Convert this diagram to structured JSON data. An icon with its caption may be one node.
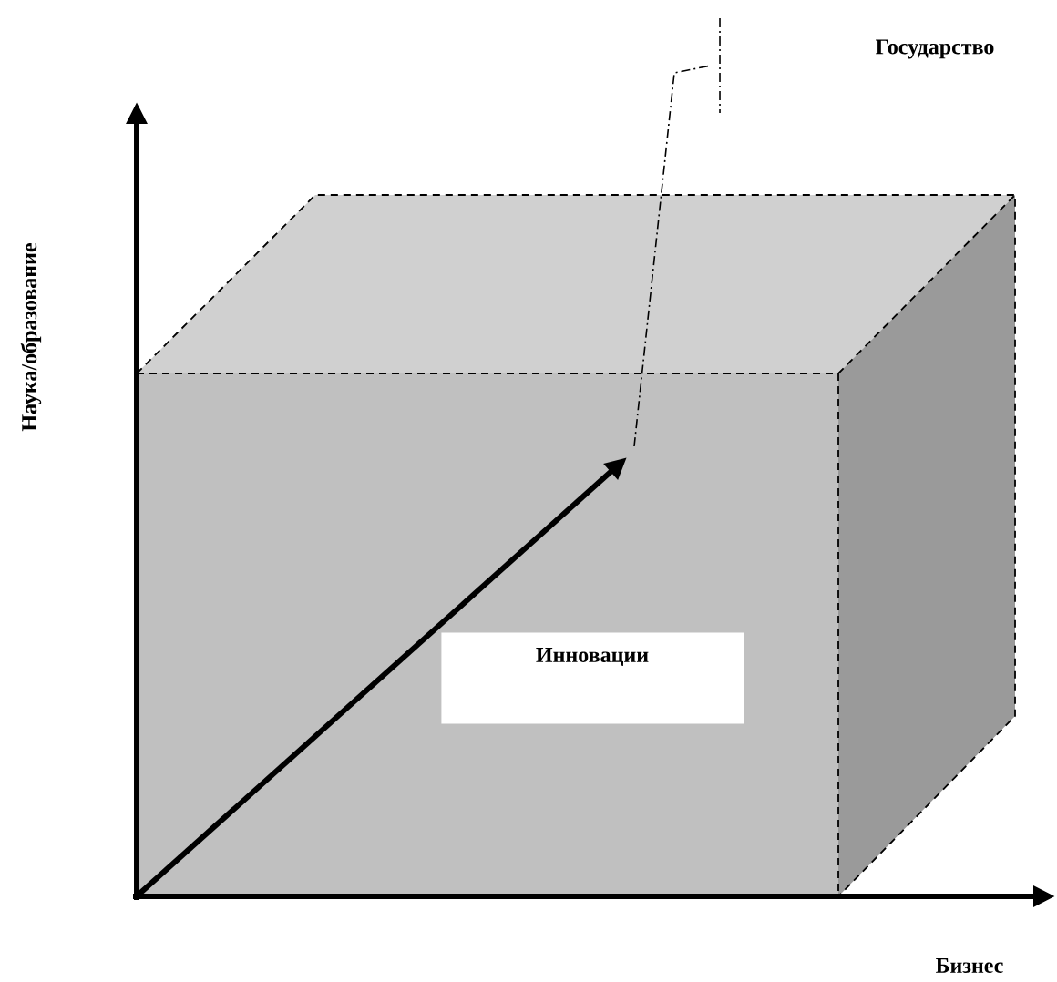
{
  "diagram": {
    "nodes": [
      {
        "text": [
          "Инновации"
        ]
      }
    ],
    "labels": [
      "Государство",
      "Наука/образование",
      "Бизнес"
    ]
  }
}
